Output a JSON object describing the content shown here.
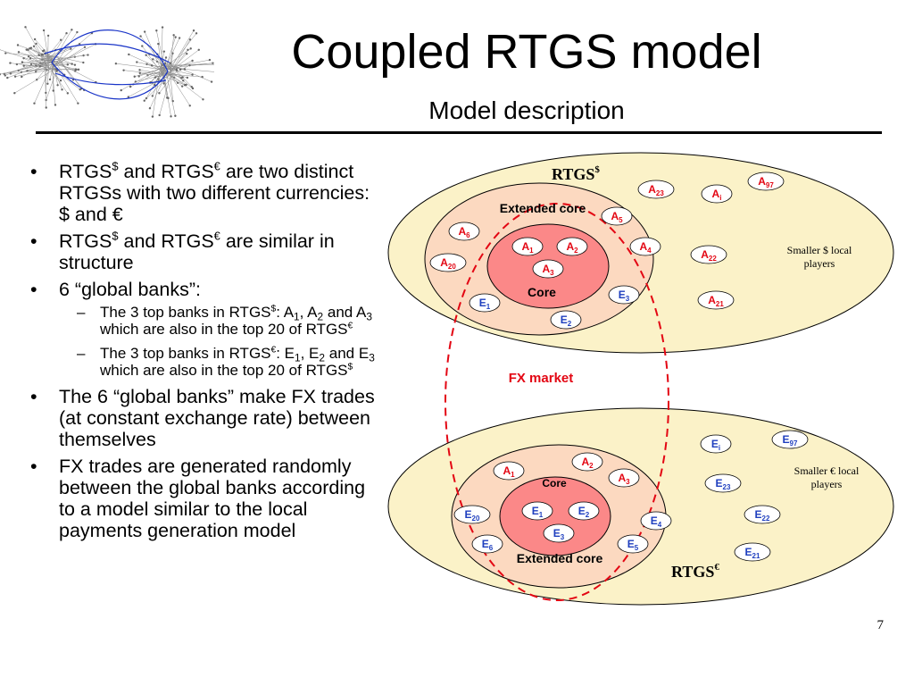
{
  "title": "Coupled RTGS model",
  "subtitle": "Model description",
  "page_number": "7",
  "bullets": [
    {
      "parts": [
        "RTGS",
        "$",
        " and RTGS",
        "€",
        " are two distinct RTGSs with two different currencies: $ and €"
      ]
    },
    {
      "parts": [
        "RTGS",
        "$",
        " and RTGS",
        "€",
        " are similar in structure"
      ]
    },
    {
      "parts": [
        "6 “global banks”:"
      ]
    },
    {
      "parts": [
        "The 6 “global banks” make FX trades (at constant exchange rate) between themselves"
      ]
    },
    {
      "parts": [
        "FX trades are generated randomly between the global banks according to a model similar to the local payments generation model"
      ]
    }
  ],
  "subbullets": [
    {
      "parts": [
        "The 3 top banks in RTGS",
        "$",
        ": A",
        "1",
        ", A",
        "2",
        " and A",
        "3",
        " which are also in the top 20 of RTGS",
        "€"
      ]
    },
    {
      "parts": [
        "The 3 top banks in RTGS",
        "€",
        ": E",
        "1",
        ", E",
        "2",
        " and E",
        "3",
        " which are also in the top 20 of RTGS",
        "$"
      ]
    }
  ],
  "diagram": {
    "usd": {
      "rtgs_label": "RTGS",
      "rtgs_sup": "$",
      "extended_core": "Extended core",
      "core": "Core",
      "local_label_1": "Smaller $ local",
      "local_label_2": "players",
      "nodes": {
        "a1": {
          "base": "A",
          "sub": "1"
        },
        "a2": {
          "base": "A",
          "sub": "2"
        },
        "a3": {
          "base": "A",
          "sub": "3"
        },
        "a4": {
          "base": "A",
          "sub": "4"
        },
        "a5": {
          "base": "A",
          "sub": "5"
        },
        "a6": {
          "base": "A",
          "sub": "6"
        },
        "a20": {
          "base": "A",
          "sub": "20"
        },
        "e1": {
          "base": "E",
          "sub": "1"
        },
        "e2": {
          "base": "E",
          "sub": "2"
        },
        "e3": {
          "base": "E",
          "sub": "3"
        },
        "a23": {
          "base": "A",
          "sub": "23"
        },
        "ai": {
          "base": "A",
          "sub": "i"
        },
        "a97": {
          "base": "A",
          "sub": "97"
        },
        "a22": {
          "base": "A",
          "sub": "22"
        },
        "a21": {
          "base": "A",
          "sub": "21"
        }
      }
    },
    "fx_market": "FX market",
    "eur": {
      "rtgs_label": "RTGS",
      "rtgs_sup": "€",
      "extended_core": "Extended core",
      "core": "Core",
      "local_label_1": "Smaller € local",
      "local_label_2": "players",
      "nodes": {
        "e1": {
          "base": "E",
          "sub": "1"
        },
        "e2": {
          "base": "E",
          "sub": "2"
        },
        "e3": {
          "base": "E",
          "sub": "3"
        },
        "e4": {
          "base": "E",
          "sub": "4"
        },
        "e5": {
          "base": "E",
          "sub": "5"
        },
        "e6": {
          "base": "E",
          "sub": "6"
        },
        "e20": {
          "base": "E",
          "sub": "20"
        },
        "a1": {
          "base": "A",
          "sub": "1"
        },
        "a2": {
          "base": "A",
          "sub": "2"
        },
        "a3": {
          "base": "A",
          "sub": "3"
        },
        "ei": {
          "base": "E",
          "sub": "i"
        },
        "e97": {
          "base": "E",
          "sub": "97"
        },
        "e23": {
          "base": "E",
          "sub": "23"
        },
        "e22": {
          "base": "E",
          "sub": "22"
        },
        "e21": {
          "base": "E",
          "sub": "21"
        }
      }
    }
  },
  "colors": {
    "outer_ellipse": "#fbf2c8",
    "extended_core": "#fcd9c0",
    "core": "#fb8888",
    "fx_market": "#e30613",
    "a_node_text": "#e30613",
    "e_node_text": "#1f3fbf",
    "network_edges": "#1a35c8"
  }
}
